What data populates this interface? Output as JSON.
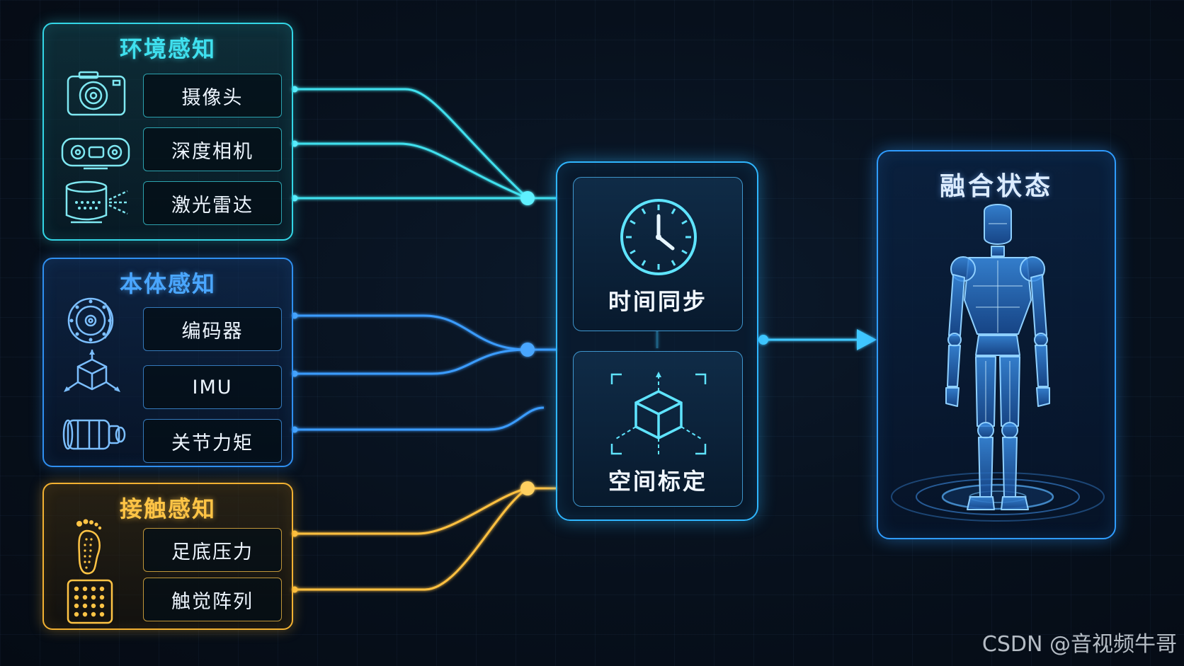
{
  "groups": {
    "environment": {
      "title": "环境感知",
      "sensors": [
        "摄像头",
        "深度相机",
        "激光雷达"
      ]
    },
    "proprioception": {
      "title": "本体感知",
      "sensors": [
        "编码器",
        "IMU",
        "关节力矩"
      ]
    },
    "contact": {
      "title": "接触感知",
      "sensors": [
        "足底压力",
        "触觉阵列"
      ]
    }
  },
  "fusion": {
    "time_sync": "时间同步",
    "spatial_calibration": "空间标定"
  },
  "result": {
    "title": "融合状态"
  },
  "watermark": "CSDN @音视频牛哥",
  "colors": {
    "environment": "#33d6e6",
    "proprioception": "#2f8ff0",
    "contact": "#f2b132",
    "fusion": "#2fb6ff"
  }
}
